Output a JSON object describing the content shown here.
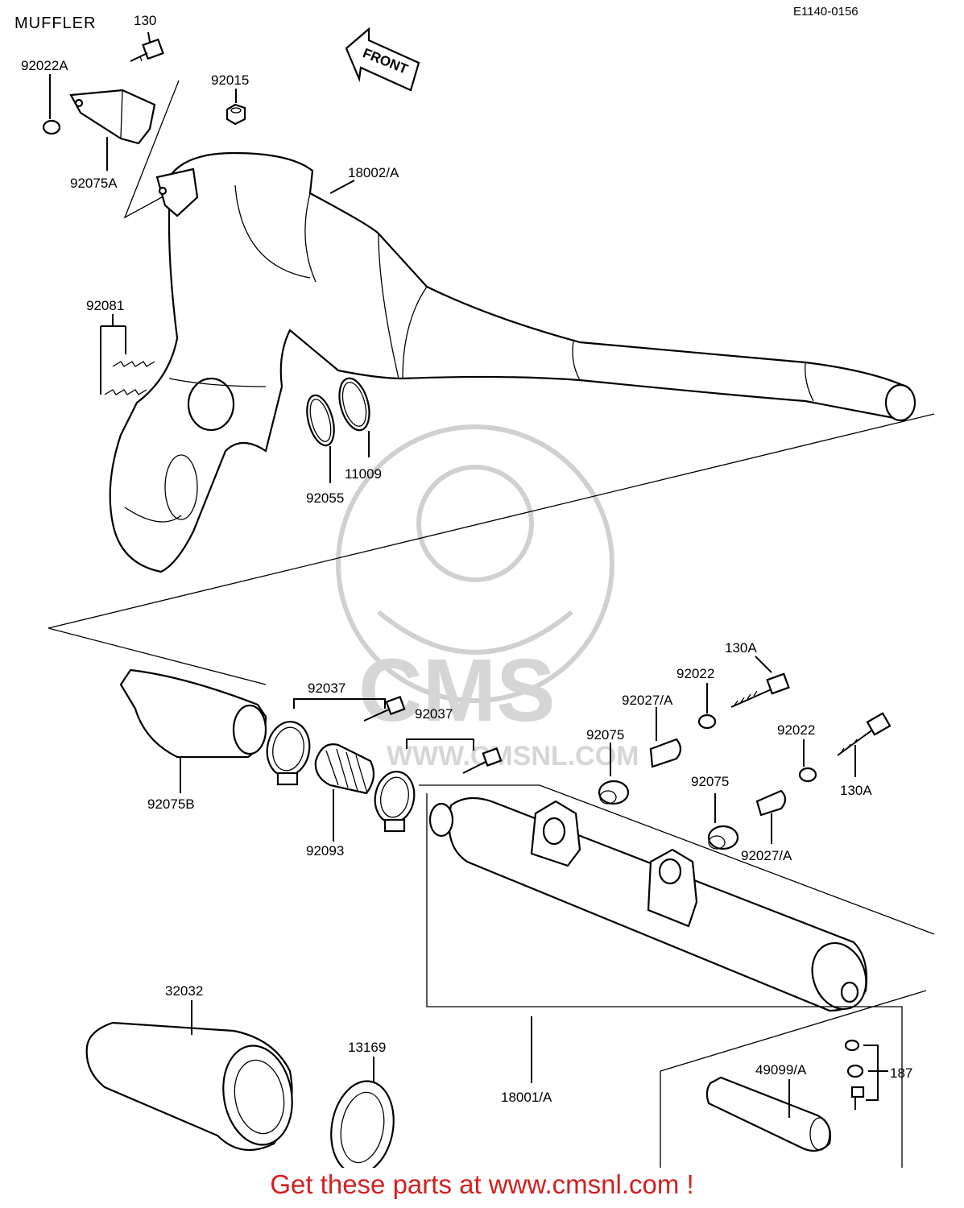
{
  "header": {
    "title": "MUFFLER",
    "diagram_code": "E1140-0156"
  },
  "front_arrow": "FRONT",
  "watermark": {
    "brand": "CMS",
    "url": "WWW.CMSNL.COM"
  },
  "parts": {
    "p130": "130",
    "p92022A": "92022A",
    "p92015": "92015",
    "p92075A": "92075A",
    "p18002A": "18002/A",
    "p92081": "92081",
    "p11009": "11009",
    "p92055": "92055",
    "p92037a": "92037",
    "p92037b": "92037",
    "p92075B": "92075B",
    "p92093": "92093",
    "p92022a": "92022",
    "p130Aa": "130A",
    "p92027Aa": "92027/A",
    "p92075a": "92075",
    "p92022b": "92022",
    "p130Ab": "130A",
    "p92075b": "92075",
    "p92027Ab": "92027/A",
    "p32032": "32032",
    "p13169": "13169",
    "p18001A": "18001/A",
    "p49099A": "49099/A",
    "p187": "187"
  },
  "footer": {
    "cta": "Get these parts at www.cmsnl.com !"
  }
}
